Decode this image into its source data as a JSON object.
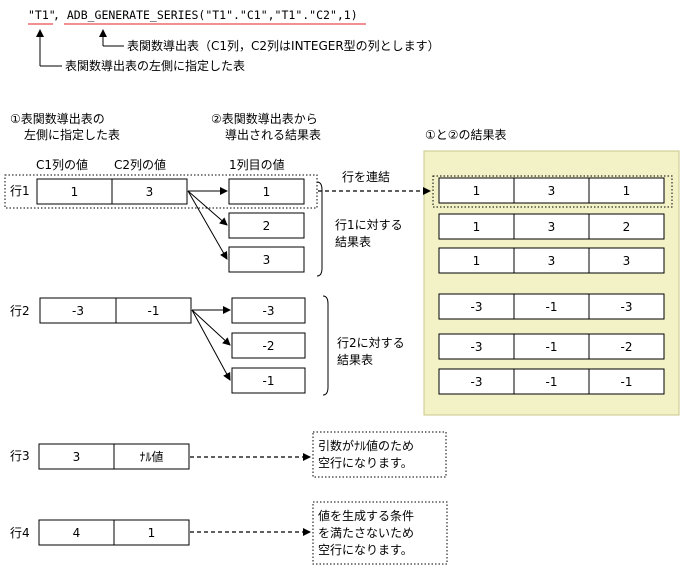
{
  "header": {
    "formula_arg1": "\"T1\"",
    "formula_rest": ", ADB_GENERATE_SERIES(\"T1\".\"C1\",\"T1\".\"C2\",1)",
    "note_tf": "表関数導出表（C1列，C2列はINTEGER型の列とします）",
    "note_left": "表関数導出表の左側に指定した表"
  },
  "headings": {
    "left_line1": "①表関数導出表の",
    "left_line2": "左側に指定した表",
    "mid_line1": "②表関数導出表から",
    "mid_line2": "導出される結果表",
    "result": "①と②の結果表",
    "col_c1": "C1列の値",
    "col_c2": "C2列の値",
    "col_first": "1列目の値"
  },
  "rows": [
    {
      "label": "行1",
      "c1": "1",
      "c2": "3",
      "outputs": [
        "1",
        "2",
        "3"
      ]
    },
    {
      "label": "行2",
      "c1": "-3",
      "c2": "-1",
      "outputs": [
        "-3",
        "-2",
        "-1"
      ]
    },
    {
      "label": "行3",
      "c1": "3",
      "c2": "ﾅﾙ値"
    },
    {
      "label": "行4",
      "c1": "4",
      "c2": "1"
    }
  ],
  "annotations": {
    "concat": "行を連結",
    "row1_result_l1": "行1に対する",
    "row1_result_l2": "結果表",
    "row2_result_l1": "行2に対する",
    "row2_result_l2": "結果表",
    "note3_l1": "引数がﾅﾙ値のため",
    "note3_l2": "空行になります。",
    "note4_l1": "値を生成する条件",
    "note4_l2": "を満たさないため",
    "note4_l3": "空行になります。"
  },
  "result_rows": [
    [
      "1",
      "3",
      "1"
    ],
    [
      "1",
      "3",
      "2"
    ],
    [
      "1",
      "3",
      "3"
    ],
    [
      "-3",
      "-1",
      "-3"
    ],
    [
      "-3",
      "-1",
      "-2"
    ],
    [
      "-3",
      "-1",
      "-1"
    ]
  ],
  "colors": {
    "result_panel_fill": "#f2f2c6",
    "result_panel_stroke": "#c8c88a",
    "underline_red": "#e02020"
  }
}
